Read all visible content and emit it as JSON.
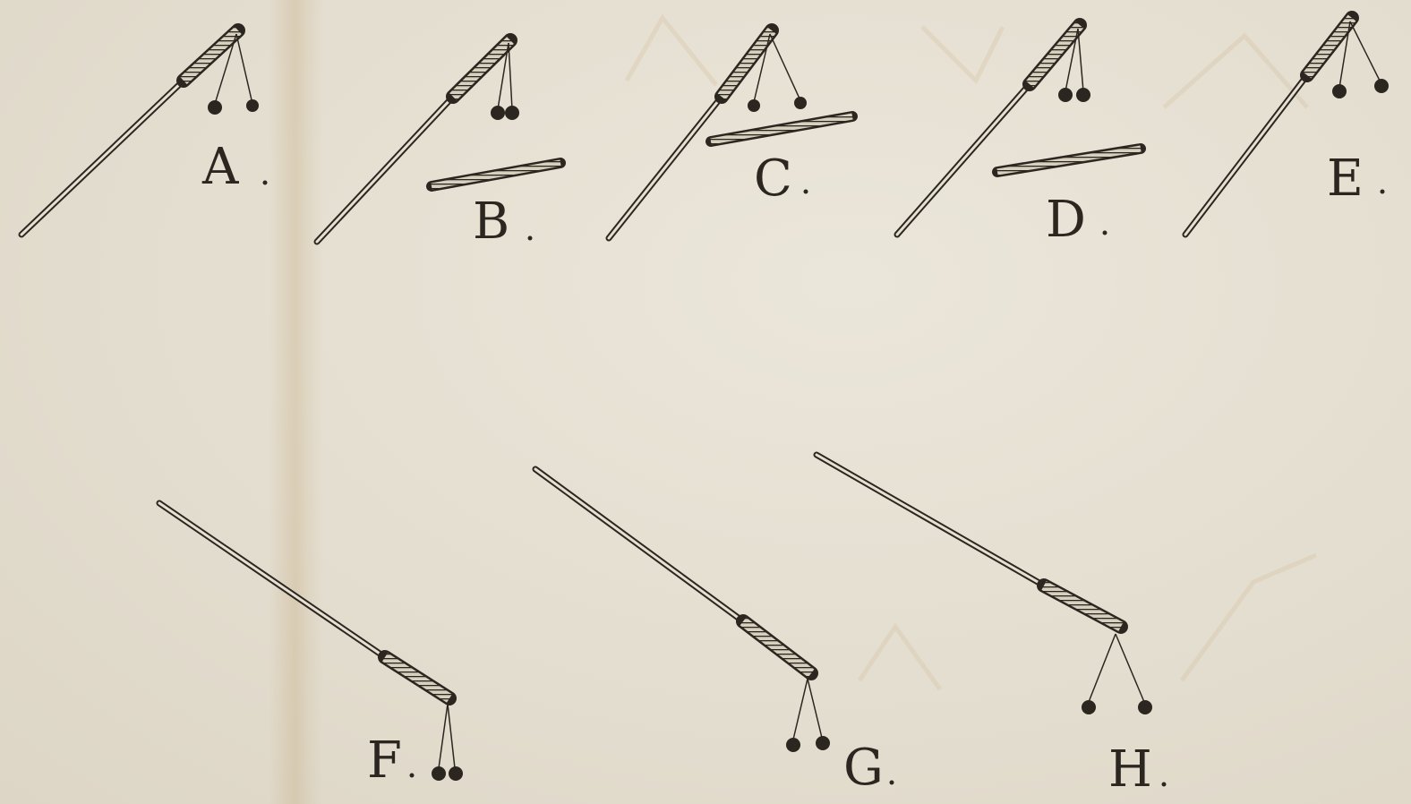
{
  "figures": [
    {
      "id": "A",
      "label": "A",
      "variant": "balls-apart",
      "rod_below": false
    },
    {
      "id": "B",
      "label": "B",
      "variant": "balls-together",
      "rod_below": true
    },
    {
      "id": "C",
      "label": "C",
      "variant": "balls-apart",
      "rod_below": true
    },
    {
      "id": "D",
      "label": "D",
      "variant": "balls-together",
      "rod_below": true
    },
    {
      "id": "E",
      "label": "E",
      "variant": "balls-apart",
      "rod_below": false
    },
    {
      "id": "F",
      "label": "F",
      "variant": "balls-together",
      "rod_below": false
    },
    {
      "id": "G",
      "label": "G",
      "variant": "balls-together",
      "rod_below": false
    },
    {
      "id": "H",
      "label": "H",
      "variant": "balls-apart",
      "rod_below": false
    }
  ],
  "colors": {
    "paper": "#e6e0d2",
    "ink": "#2c2620",
    "stain": "#c9a873"
  }
}
